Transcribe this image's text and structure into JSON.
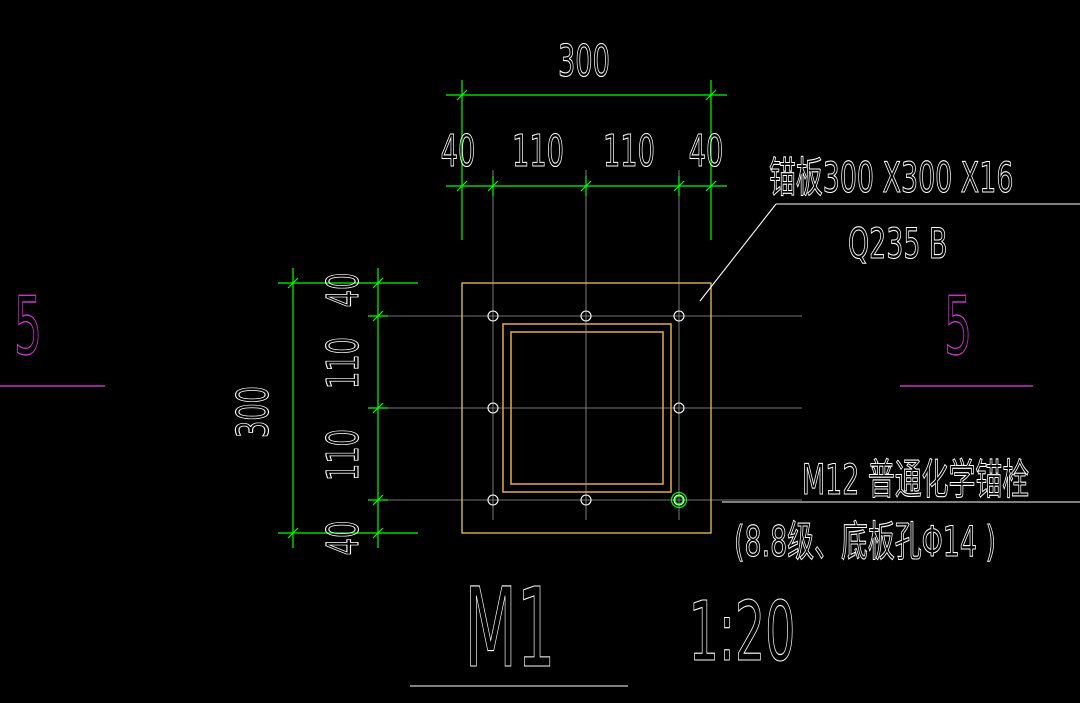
{
  "colors": {
    "background": "#000000",
    "text": "#ffffff",
    "dimension": "#00ff00",
    "grid": "#9a9a9a",
    "plate": "#d8b64a",
    "tube": "#d8a043",
    "section": "#cc33cc",
    "leader": "#ffffff",
    "bolt_mark": "#00ff00"
  },
  "dimensions": {
    "top_total": "300",
    "top_segments": [
      "40",
      "110",
      "110",
      "40"
    ],
    "left_total": "300",
    "left_segments": [
      "40",
      "110",
      "110",
      "40"
    ]
  },
  "annotations": {
    "plate_spec": "锚板300 X300 X16",
    "plate_material": "Q235 B",
    "bolt_spec": "M12 普通化学锚栓",
    "bolt_note": "(8.8级、底板孔Φ14 )"
  },
  "section_marks": {
    "left": "5",
    "right": "5"
  },
  "title": {
    "name": "M1",
    "scale": "1:20"
  }
}
